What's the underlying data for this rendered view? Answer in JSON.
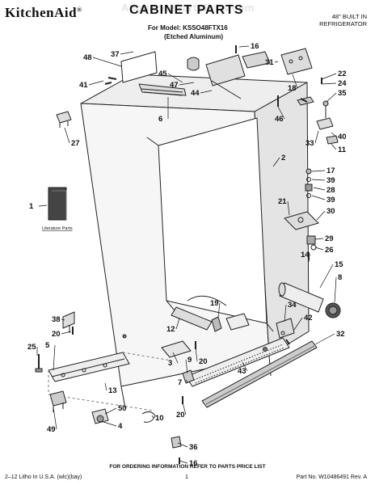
{
  "header": {
    "brand": "KitchenAid",
    "brand_mark": "®",
    "title": "CABINET PARTS",
    "model_line": "For Model: KSSO48FTX16",
    "finish_line": "(Etched Aluminum)",
    "product_line1": "48\" BUILT IN",
    "product_line2": "REFRIGERATOR"
  },
  "watermark": "AppliancePartsPros.com",
  "literature_label": "Literature Parts",
  "footer": {
    "note": "FOR ORDERING INFORMATION REFER TO PARTS PRICE LIST",
    "left": "2–12 Litho In U.S.A. (wlc)(bay)",
    "page": "1",
    "part_no": "Part No. W10486491 Rev. A"
  },
  "callouts": [
    {
      "id": "c37",
      "label": "37"
    },
    {
      "id": "c48",
      "label": "48"
    },
    {
      "id": "c41",
      "label": "41"
    },
    {
      "id": "c27",
      "label": "27"
    },
    {
      "id": "c1",
      "label": "1"
    },
    {
      "id": "c45",
      "label": "45"
    },
    {
      "id": "c47",
      "label": "47"
    },
    {
      "id": "c6",
      "label": "6"
    },
    {
      "id": "c44",
      "label": "44"
    },
    {
      "id": "c16a",
      "label": "16"
    },
    {
      "id": "c31",
      "label": "31"
    },
    {
      "id": "c18",
      "label": "18"
    },
    {
      "id": "c22",
      "label": "22"
    },
    {
      "id": "c24",
      "label": "24"
    },
    {
      "id": "c35",
      "label": "35"
    },
    {
      "id": "c46",
      "label": "46"
    },
    {
      "id": "c40",
      "label": "40"
    },
    {
      "id": "c33",
      "label": "33"
    },
    {
      "id": "c11",
      "label": "11"
    },
    {
      "id": "c2",
      "label": "2"
    },
    {
      "id": "c17",
      "label": "17"
    },
    {
      "id": "c39a",
      "label": "39"
    },
    {
      "id": "c28",
      "label": "28"
    },
    {
      "id": "c39b",
      "label": "39"
    },
    {
      "id": "c21",
      "label": "21"
    },
    {
      "id": "c30",
      "label": "30"
    },
    {
      "id": "c29",
      "label": "29"
    },
    {
      "id": "c26",
      "label": "26"
    },
    {
      "id": "c14",
      "label": "14"
    },
    {
      "id": "c15",
      "label": "15"
    },
    {
      "id": "c8",
      "label": "8"
    },
    {
      "id": "c19",
      "label": "19"
    },
    {
      "id": "c12",
      "label": "12"
    },
    {
      "id": "c34",
      "label": "34"
    },
    {
      "id": "c42",
      "label": "42"
    },
    {
      "id": "c32",
      "label": "32"
    },
    {
      "id": "c38",
      "label": "38"
    },
    {
      "id": "c20a",
      "label": "20"
    },
    {
      "id": "c25",
      "label": "25"
    },
    {
      "id": "c5",
      "label": "5"
    },
    {
      "id": "c3",
      "label": "3"
    },
    {
      "id": "c20b",
      "label": "20"
    },
    {
      "id": "c9",
      "label": "9"
    },
    {
      "id": "c7",
      "label": "7"
    },
    {
      "id": "c43",
      "label": "43"
    },
    {
      "id": "c49",
      "label": "49"
    },
    {
      "id": "c50",
      "label": "50"
    },
    {
      "id": "c4",
      "label": "4"
    },
    {
      "id": "c10",
      "label": "10"
    },
    {
      "id": "c20c",
      "label": "20"
    },
    {
      "id": "c36",
      "label": "36"
    },
    {
      "id": "c16b",
      "label": "16"
    },
    {
      "id": "c13",
      "label": "13"
    }
  ]
}
